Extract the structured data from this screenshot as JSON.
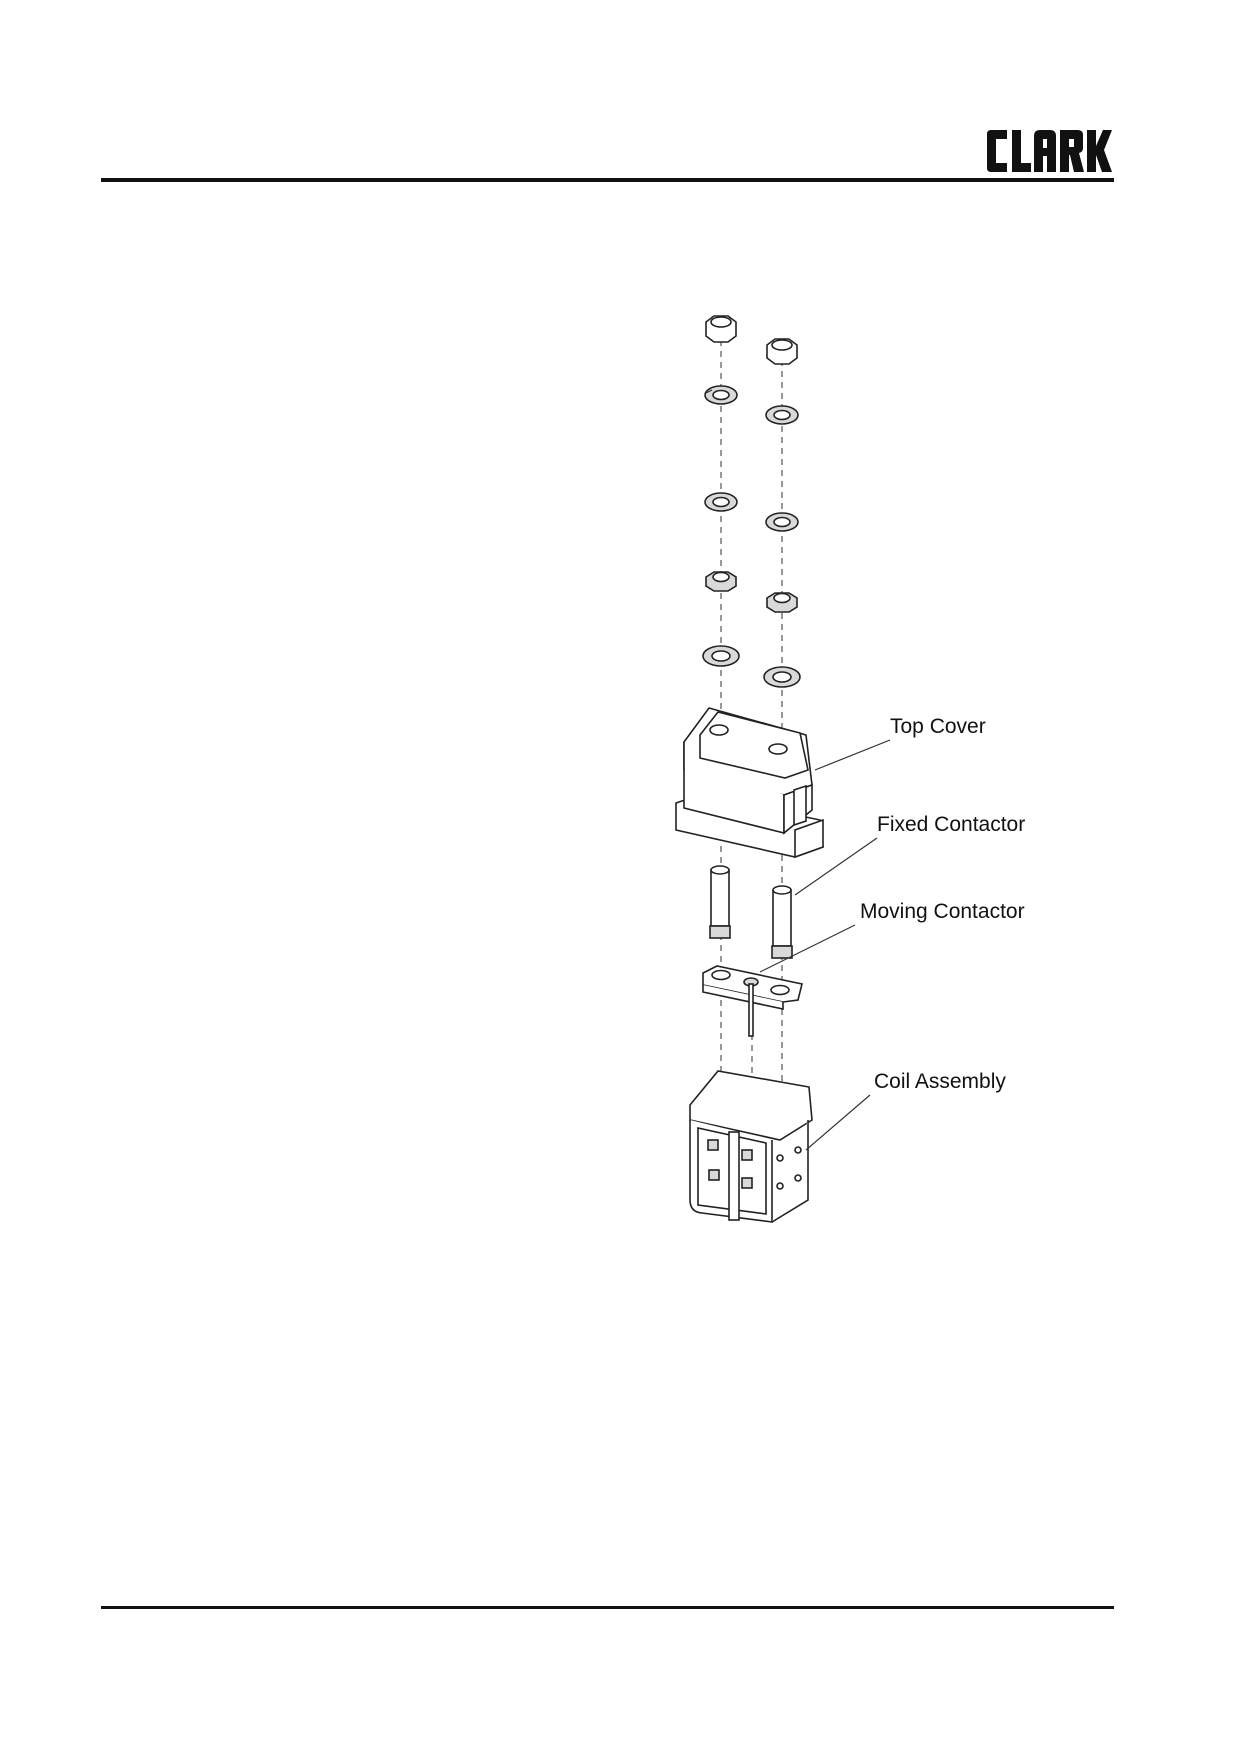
{
  "header": {
    "logo_text": "CLARK"
  },
  "diagram": {
    "labels": {
      "top_cover": "Top Cover",
      "fixed_contactor": "Fixed Contactor",
      "moving_contactor": "Moving Contactor",
      "coil_assembly": "Coil Assembly"
    }
  }
}
